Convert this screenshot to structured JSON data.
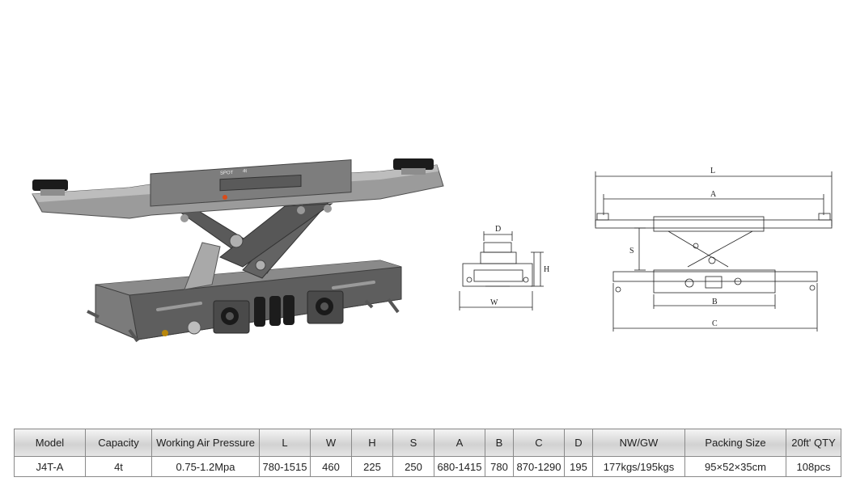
{
  "product_photo": {
    "badge": "SPOT",
    "capacity_mark": "4t"
  },
  "diagrams": {
    "side_view_labels": {
      "depth": "D",
      "height": "H",
      "width": "W"
    },
    "front_view_labels": {
      "total_length": "L",
      "arm_span": "A",
      "stroke": "S",
      "base_length": "B",
      "frame_length": "C"
    }
  },
  "spec_table": {
    "headers": [
      "Model",
      "Capacity",
      "Working Air Pressure",
      "L",
      "W",
      "H",
      "S",
      "A",
      "B",
      "C",
      "D",
      "NW/GW",
      "Packing Size",
      "20ft' QTY"
    ],
    "rows": [
      [
        "J4T-A",
        "4t",
        "0.75-1.2Mpa",
        "780-1515",
        "460",
        "225",
        "250",
        "680-1415",
        "780",
        "870-1290",
        "195",
        "177kgs/195kgs",
        "95×52×35cm",
        "108pcs"
      ]
    ]
  }
}
